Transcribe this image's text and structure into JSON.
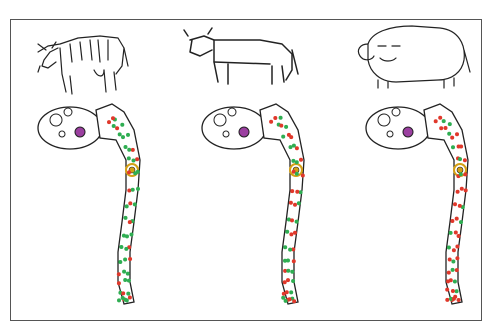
{
  "figure": {
    "panels": [
      {
        "animal_icon": "thin-cow-icon",
        "red_dot_share": 0.3
      },
      {
        "animal_icon": "normal-cow-icon",
        "red_dot_share": 0.5
      },
      {
        "animal_icon": "fat-cow-icon",
        "red_dot_share": 0.7
      }
    ],
    "colors": {
      "outline": "#222222",
      "frame": "#555555",
      "red_dot": "#e0382b",
      "green_dot": "#2fae52",
      "mouth": "#9b3fa0",
      "ring": "#d4a015",
      "background": "#ffffff"
    }
  }
}
